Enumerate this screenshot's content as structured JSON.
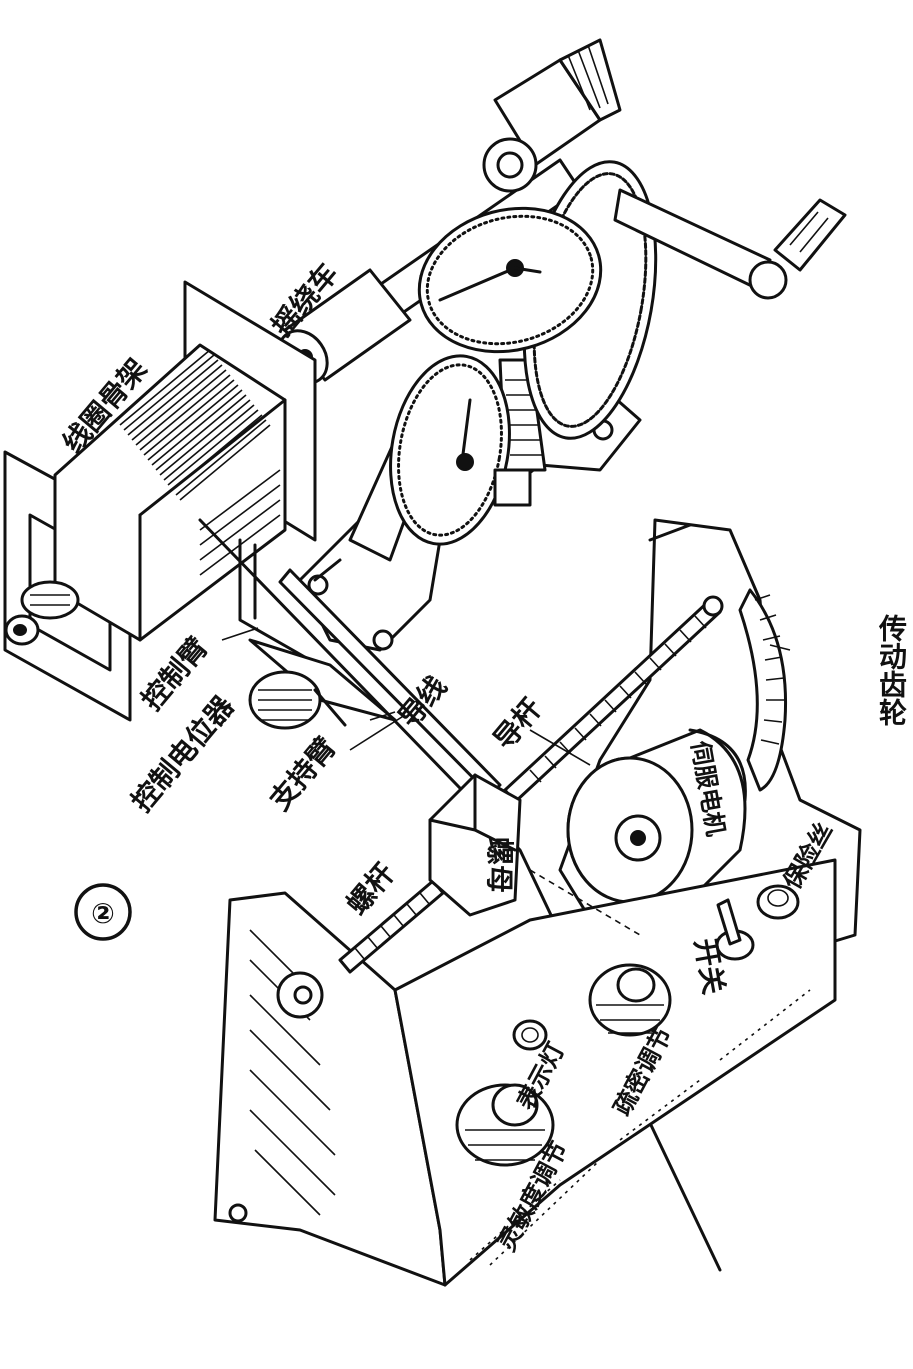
{
  "figure": {
    "number": "②"
  },
  "labels": {
    "winder": "摇绕车",
    "coil_frame": "线圈骨架",
    "control_arm": "控制臂",
    "control_potentiometer": "控制电位器",
    "support_arm": "支持臂",
    "guide_wire": "导线",
    "guide_rod": "导杆",
    "drive_gear": "传动齿轮",
    "servo_motor": "伺服电机",
    "nut": "螺母",
    "screw_rod": "螺杆",
    "fuse": "保险丝",
    "switch": "开关",
    "indicator_lamp": "表示灯",
    "density_adjust": "疏密调节",
    "sensitivity_adjust": "灵敏度调节"
  }
}
